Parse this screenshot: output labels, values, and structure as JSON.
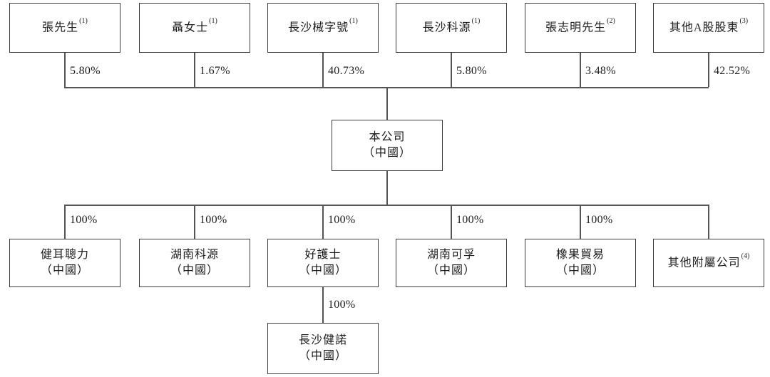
{
  "colors": {
    "background": "#ffffff",
    "box_border": "#3d3d3d",
    "connector_line": "#555555",
    "text": "#1c1c1c"
  },
  "diagram": {
    "shareholders": [
      {
        "name": "張先生",
        "note": "(1)",
        "percent": "5.80%"
      },
      {
        "name": "聶女士",
        "note": "(1)",
        "percent": "1.67%"
      },
      {
        "name": "長沙械字號",
        "note": "(1)",
        "percent": "40.73%"
      },
      {
        "name": "長沙科源",
        "note": "(1)",
        "percent": "5.80%"
      },
      {
        "name": "張志明先生",
        "note": "(2)",
        "percent": "3.48%"
      },
      {
        "name": "其他A股股東",
        "note": "(3)",
        "percent": "42.52%"
      }
    ],
    "company": {
      "name": "本公司",
      "location": "（中國）"
    },
    "subsidiaries": [
      {
        "name": "健耳聰力",
        "location": "（中國）",
        "percent": "100%"
      },
      {
        "name": "湖南科源",
        "location": "（中國）",
        "percent": "100%"
      },
      {
        "name": "好護士",
        "location": "（中國）",
        "percent": "100%"
      },
      {
        "name": "湖南可孚",
        "location": "（中國）",
        "percent": "100%"
      },
      {
        "name": "橡果貿易",
        "location": "（中國）",
        "percent": "100%"
      },
      {
        "name": "其他附屬公司",
        "note": "(4)"
      }
    ],
    "second_level_subsidiary": {
      "name": "長沙健諾",
      "location": "（中國）",
      "percent": "100%",
      "parent": "好護士"
    }
  }
}
